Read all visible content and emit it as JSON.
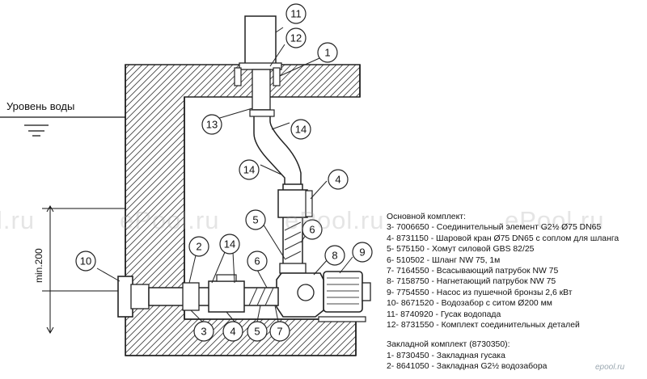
{
  "water_level_label": "Уровень воды",
  "dimension_label": "min.200",
  "callouts": {
    "c1": "1",
    "c2": "2",
    "c3": "3",
    "c4": "4",
    "c5": "5",
    "c6": "6",
    "c7": "7",
    "c8": "8",
    "c9": "9",
    "c10": "10",
    "c11": "11",
    "c12": "12",
    "c13": "13",
    "c14": "14"
  },
  "legend": {
    "main_title": "Основной комплект:",
    "main_items": [
      "3-  7006650 - Соединительный элемент G2½ Ø75 DN65",
      "4-  8731150 - Шаровой кран Ø75 DN65 с соплом для шланга",
      "5-  575150 - Хомут силовой GBS 82/25",
      "6-  510502 - Шланг NW 75, 1м",
      "7-  7164550 - Всасывающий патрубок NW 75",
      "8-  7158750 - Нагнетающий патрубок NW 75",
      "9-  7754550 - Насос из пушечной бронзы 2,6 кВт",
      "10- 8671520 - Водозабор с ситом Ø200 мм",
      "11- 8740920 - Гусак водопада",
      "12- 8731550 - Комплект соединительных деталей"
    ],
    "embed_title": "Закладной комплект (8730350):",
    "embed_items": [
      "1-  8730450 - Закладная гусака",
      "2-  8641050 - Закладная G2½ водозабора"
    ]
  },
  "watermarks": [
    "l.ru",
    "ePool.ru",
    "ePool.ru",
    "ePool.ru"
  ],
  "site_logo": "epool.ru"
}
